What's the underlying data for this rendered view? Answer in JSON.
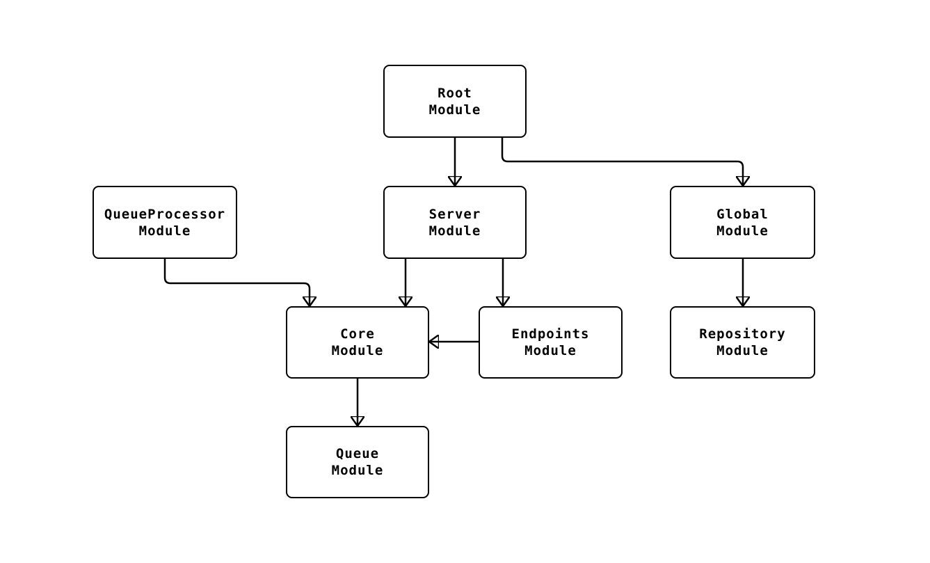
{
  "diagram": {
    "type": "flowchart",
    "colors": {
      "background": "#ffffff",
      "node_fill": "#ffffff",
      "node_border": "#000000",
      "edge": "#000000",
      "text": "#000000"
    },
    "nodes": [
      {
        "id": "root",
        "label": "Root\nModule"
      },
      {
        "id": "server",
        "label": "Server\nModule"
      },
      {
        "id": "global",
        "label": "Global\nModule"
      },
      {
        "id": "queueprocessor",
        "label": "QueueProcessor\nModule"
      },
      {
        "id": "core",
        "label": "Core\nModule"
      },
      {
        "id": "endpoints",
        "label": "Endpoints\nModule"
      },
      {
        "id": "repository",
        "label": "Repository\nModule"
      },
      {
        "id": "queue",
        "label": "Queue\nModule"
      }
    ],
    "edges": [
      {
        "from": "Root Module",
        "to": "Server Module"
      },
      {
        "from": "Root Module",
        "to": "Global Module"
      },
      {
        "from": "QueueProcessor Module",
        "to": "Core Module"
      },
      {
        "from": "Server Module",
        "to": "Core Module"
      },
      {
        "from": "Server Module",
        "to": "Endpoints Module"
      },
      {
        "from": "Endpoints Module",
        "to": "Core Module"
      },
      {
        "from": "Global Module",
        "to": "Repository Module"
      },
      {
        "from": "Core Module",
        "to": "Queue Module"
      }
    ]
  }
}
